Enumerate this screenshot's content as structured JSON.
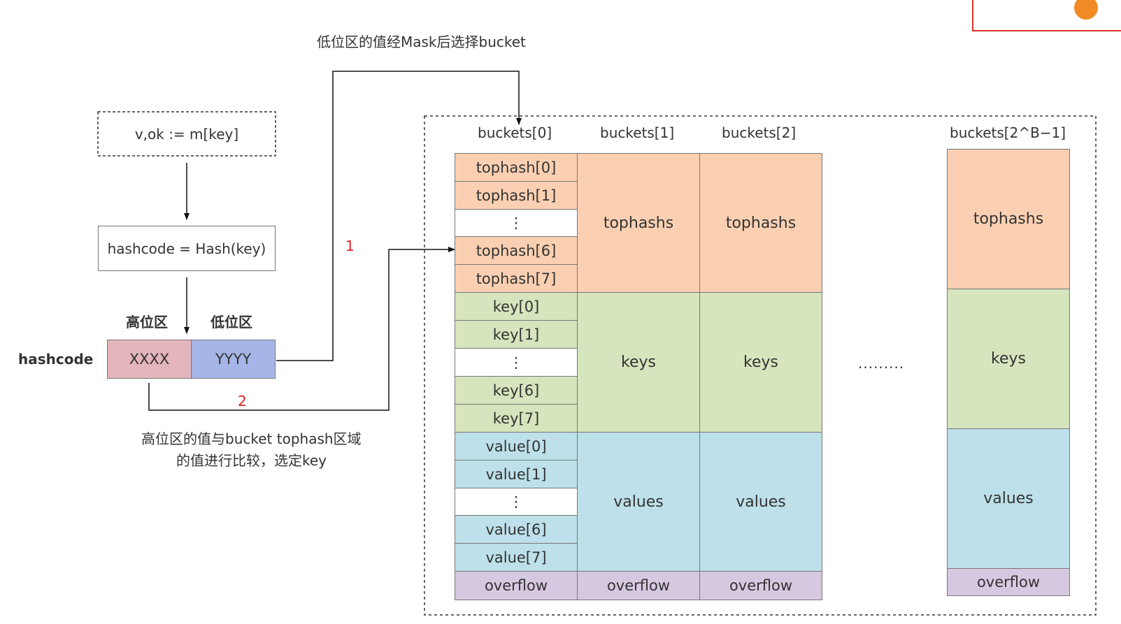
{
  "flow": {
    "lookup": "v,ok := m[key]",
    "hash": "hashcode = Hash(key)",
    "high_label": "高位区",
    "low_label": "低位区",
    "hashcode_label": "hashcode",
    "high_value": "XXXX",
    "low_value": "YYYY"
  },
  "annotations": {
    "mask_note": "低位区的值经Mask后选择bucket",
    "step1": "1",
    "step2": "2",
    "compare_line1": "高位区的值与bucket tophash区域",
    "compare_line2": "的值进行比较，选定key",
    "ellipsis": "........."
  },
  "buckets": {
    "b0": {
      "title": "buckets[0]",
      "tophash": [
        "tophash[0]",
        "tophash[1]",
        "⋮",
        "tophash[6]",
        "tophash[7]"
      ],
      "keys": [
        "key[0]",
        "key[1]",
        "⋮",
        "key[6]",
        "key[7]"
      ],
      "values": [
        "value[0]",
        "value[1]",
        "⋮",
        "value[6]",
        "value[7]"
      ],
      "overflow": "overflow"
    },
    "b1": {
      "title": "buckets[1]",
      "tophashs": "tophashs",
      "keys": "keys",
      "values": "values",
      "overflow": "overflow"
    },
    "b2": {
      "title": "buckets[2]",
      "tophashs": "tophashs",
      "keys": "keys",
      "values": "values",
      "overflow": "overflow"
    },
    "bn": {
      "title": "buckets[2^B−1]",
      "tophashs": "tophashs",
      "keys": "keys",
      "values": "values",
      "overflow": "overflow"
    }
  },
  "colors": {
    "tophash": "#fbd0b2",
    "keys": "#d6e5bd",
    "values": "#bde0ea",
    "overflow": "#d7c8e1",
    "high": "#e4b5bc",
    "low": "#a6b5e7",
    "step_number": "#e02020"
  }
}
